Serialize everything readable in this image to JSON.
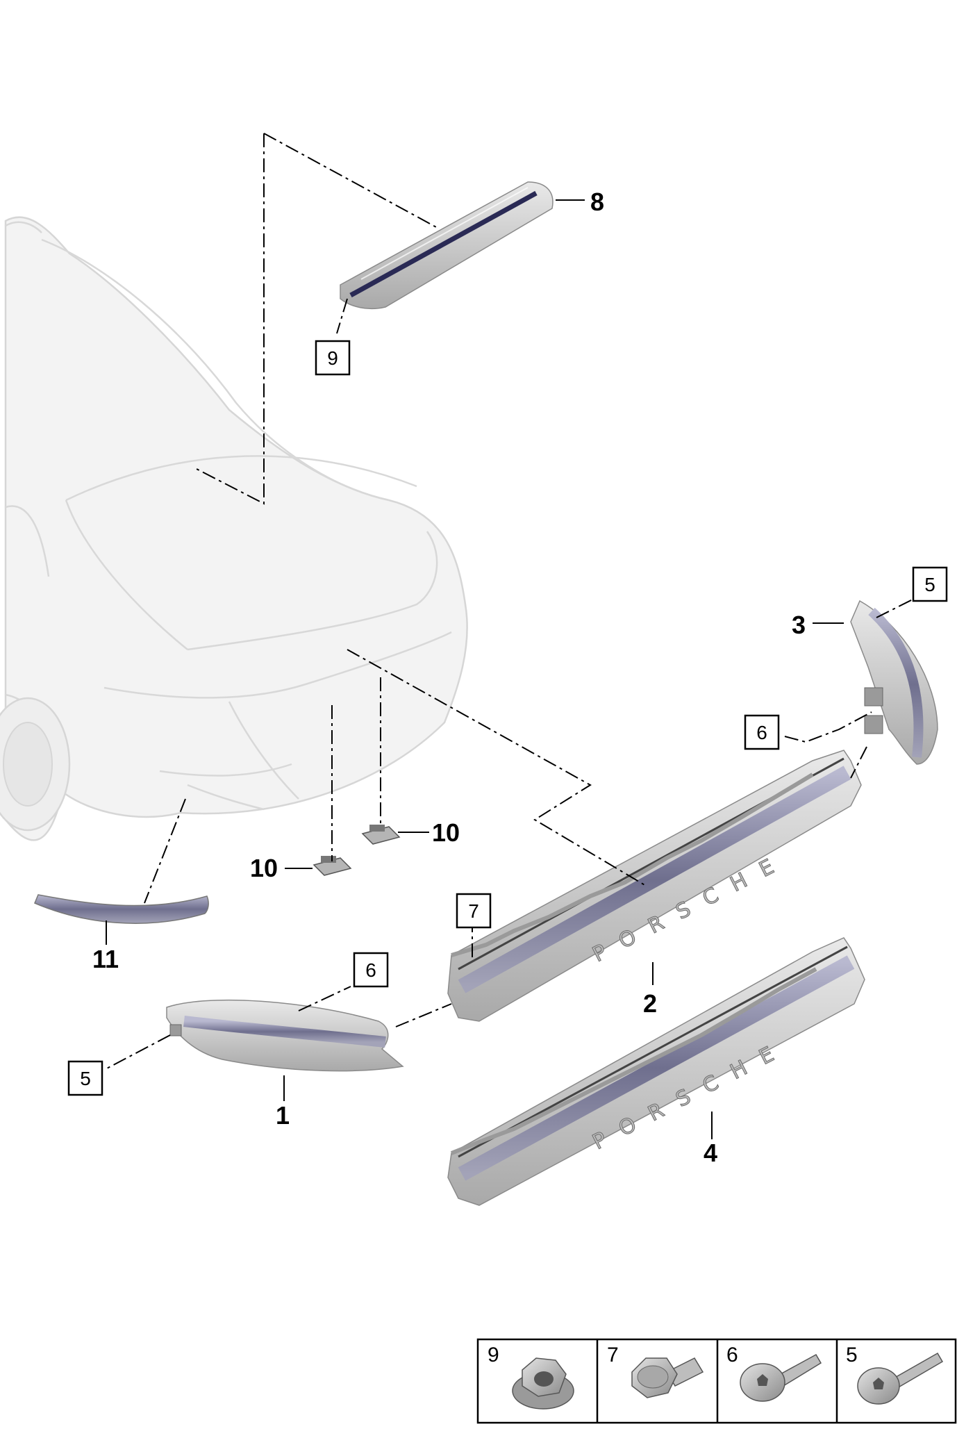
{
  "callouts": {
    "c1": "1",
    "c2": "2",
    "c3": "3",
    "c4": "4",
    "c8": "8",
    "c10a": "10",
    "c10b": "10",
    "c11": "11"
  },
  "boxed_refs": {
    "b5_right": "5",
    "b5_left": "5",
    "b6_right": "6",
    "b6_left": "6",
    "b7": "7",
    "b9": "9"
  },
  "hardware_legend": [
    {
      "number": "9",
      "icon": "flange-nut-icon"
    },
    {
      "number": "7",
      "icon": "hex-bolt-icon"
    },
    {
      "number": "6",
      "icon": "torx-screw-icon"
    },
    {
      "number": "5",
      "icon": "torx-screw-long-icon"
    }
  ],
  "brand_lettering": "PORSCHE",
  "colors": {
    "part_fill": "#c9c9c9",
    "light_strip": "#8f8fa8",
    "car_ghost": "#f3f3f3",
    "line": "#000000"
  }
}
